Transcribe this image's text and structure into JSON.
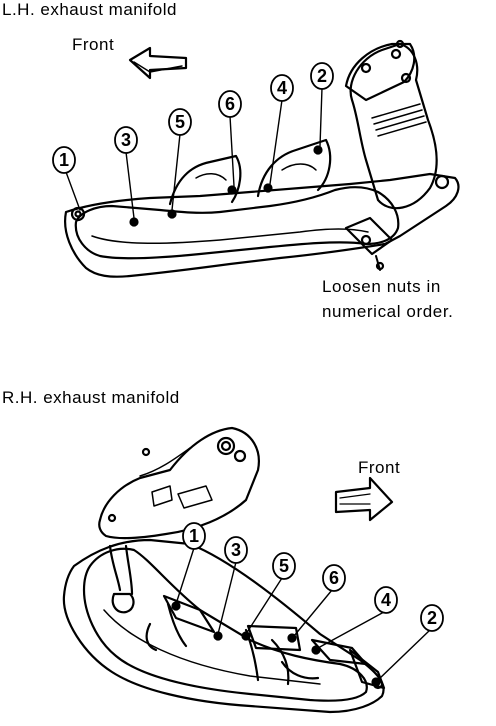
{
  "lh": {
    "title": "L.H. exhaust manifold",
    "front_label": "Front",
    "note_line1": "Loosen nuts in",
    "note_line2": "numerical order.",
    "callouts": [
      "1",
      "3",
      "5",
      "6",
      "4",
      "2"
    ]
  },
  "rh": {
    "title": "R.H. exhaust manifold",
    "front_label": "Front",
    "callouts": [
      "1",
      "3",
      "5",
      "6",
      "4",
      "2"
    ]
  },
  "icons": {
    "front_arrow": "arrow-icon"
  }
}
